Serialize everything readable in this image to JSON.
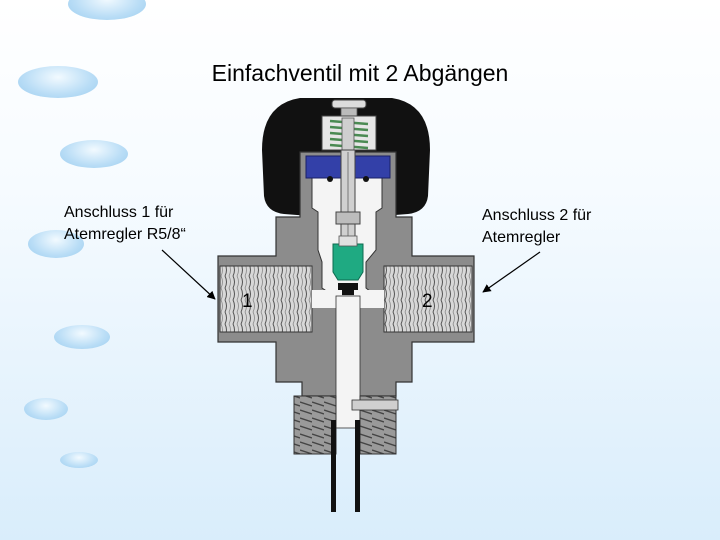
{
  "title": "Einfachventil mit 2 Abgängen",
  "labels": {
    "anschluss1_line1": "Anschluss 1 für",
    "anschluss1_line2": "Atemregler  R5/8“",
    "anschluss2_line1": "Anschluss 2 für",
    "anschluss2_line2": "Atemregler"
  },
  "port_numbers": {
    "port1": "1",
    "port2": "2"
  },
  "colors": {
    "body_gray": "#8c8c8c",
    "knob_black": "#111111",
    "nut_blue": "#3340a8",
    "seal_teal": "#1faa82",
    "thread_gray": "#d4d4d4",
    "spring_green": "#4a8a52"
  }
}
